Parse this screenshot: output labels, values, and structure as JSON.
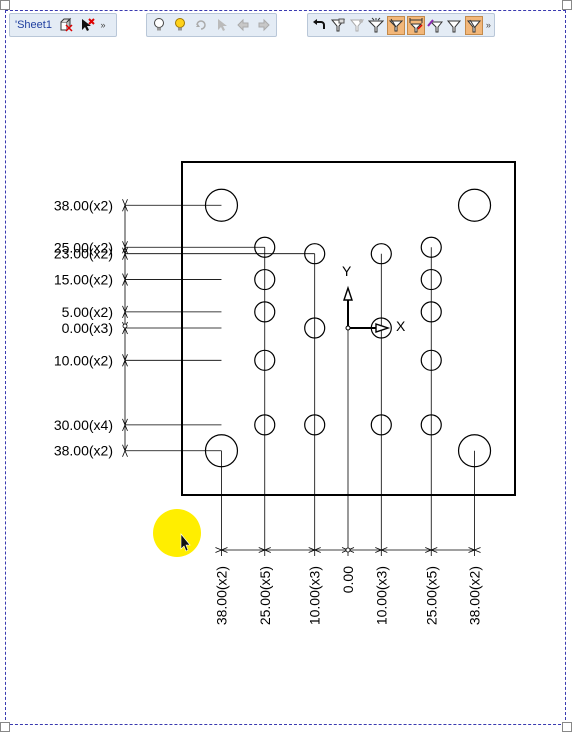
{
  "toolbar": {
    "sheet_label": "'Sheet1",
    "left_icons": [
      "view-cube-icon",
      "select-cross-icon"
    ],
    "middle_icons": [
      "bulb-off-icon",
      "bulb-on-icon",
      "rotate-icon",
      "pointer-icon",
      "back-arrow-icon",
      "forward-arrow-icon"
    ],
    "right_icons": [
      "undo-icon",
      "filter-icon",
      "filter-star-icon",
      "filter-funnel-icon",
      "filter-active-icon",
      "dimension-icon",
      "filter-arrow-icon",
      "filter-plain-icon",
      "filter-checked-icon"
    ]
  },
  "axes": {
    "x_label": "X",
    "y_label": "Y"
  },
  "holes": {
    "large_centers": [
      [
        -38,
        38
      ],
      [
        38,
        38
      ],
      [
        -38,
        -38
      ],
      [
        38,
        -38
      ]
    ],
    "small_centers": [
      [
        -25,
        25
      ],
      [
        -10,
        23
      ],
      [
        10,
        23
      ],
      [
        25,
        25
      ],
      [
        -25,
        15
      ],
      [
        25,
        15
      ],
      [
        -25,
        5
      ],
      [
        25,
        5
      ],
      [
        -10,
        0
      ],
      [
        10,
        0
      ],
      [
        -25,
        -10
      ],
      [
        25,
        -10
      ],
      [
        -25,
        -30
      ],
      [
        -10,
        -30
      ],
      [
        10,
        -30
      ],
      [
        25,
        -30
      ]
    ]
  },
  "vertical_dims": [
    {
      "label": "38.00(x2)",
      "y": 38
    },
    {
      "label": "25.00(x2)",
      "y": 25
    },
    {
      "label": "23.00(x2)",
      "y": 23
    },
    {
      "label": "15.00(x2)",
      "y": 15
    },
    {
      "label": "5.00(x2)",
      "y": 5
    },
    {
      "label": "0.00(x3)",
      "y": 0
    },
    {
      "label": "10.00(x2)",
      "y": -10
    },
    {
      "label": "30.00(x4)",
      "y": -30
    },
    {
      "label": "38.00(x2)",
      "y": -38
    }
  ],
  "horizontal_dims": [
    {
      "label": "38.00(x2)",
      "x": -38
    },
    {
      "label": "25.00(x5)",
      "x": -25
    },
    {
      "label": "10.00(x3)",
      "x": -10
    },
    {
      "label": "0.00",
      "x": 0
    },
    {
      "label": "10.00(x3)",
      "x": 10
    },
    {
      "label": "25.00(x5)",
      "x": 25
    },
    {
      "label": "38.00(x2)",
      "x": 38
    }
  ],
  "colors": {
    "highlight": "#ffee00",
    "active_button": "#f2b77a",
    "border": "#3a3ab0"
  }
}
